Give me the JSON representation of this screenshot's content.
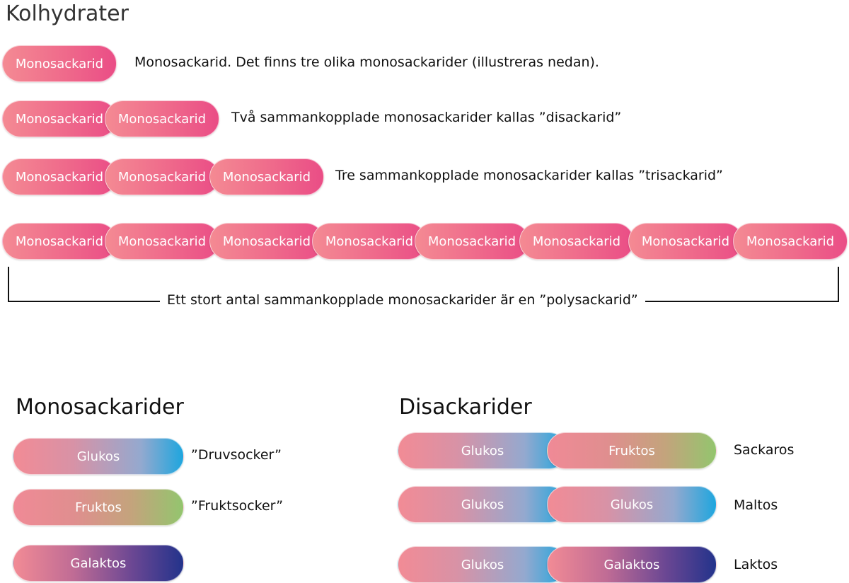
{
  "title": "Kolhydrater",
  "pill_label": "Monosackarid",
  "rows": {
    "mono_desc": "Monosackarid. Det finns tre olika monosackarider  (illustreras nedan).",
    "di_desc": "Två sammankopplade monosackarider kallas ”disackarid”",
    "tri_desc": "Tre sammankopplade monosackarider kallas ”trisackarid”",
    "poly_desc": "Ett stort antal sammankopplade monosackarider är en ”polysackarid”"
  },
  "mono_section": {
    "heading": "Monosackarider",
    "items": [
      {
        "name": "Glukos",
        "note": "”Druvsocker”",
        "gradient": "glukos"
      },
      {
        "name": "Fruktos",
        "note": "”Fruktsocker”",
        "gradient": "fruktos"
      },
      {
        "name": "Galaktos",
        "note": "",
        "gradient": "galaktos"
      }
    ]
  },
  "di_section": {
    "heading": "Disackarider",
    "items": [
      {
        "left": "Glukos",
        "right": "Fruktos",
        "name": "Sackaros"
      },
      {
        "left": "Glukos",
        "right": "Glukos",
        "name": "Maltos"
      },
      {
        "left": "Glukos",
        "right": "Galaktos",
        "name": "Laktos"
      }
    ]
  },
  "colors": {
    "pink_start": "#f48a93",
    "pink_end": "#ea4d86",
    "glukos_end": "#1ea6de",
    "fruktos_end": "#93c56e",
    "galaktos_end": "#23338b"
  }
}
